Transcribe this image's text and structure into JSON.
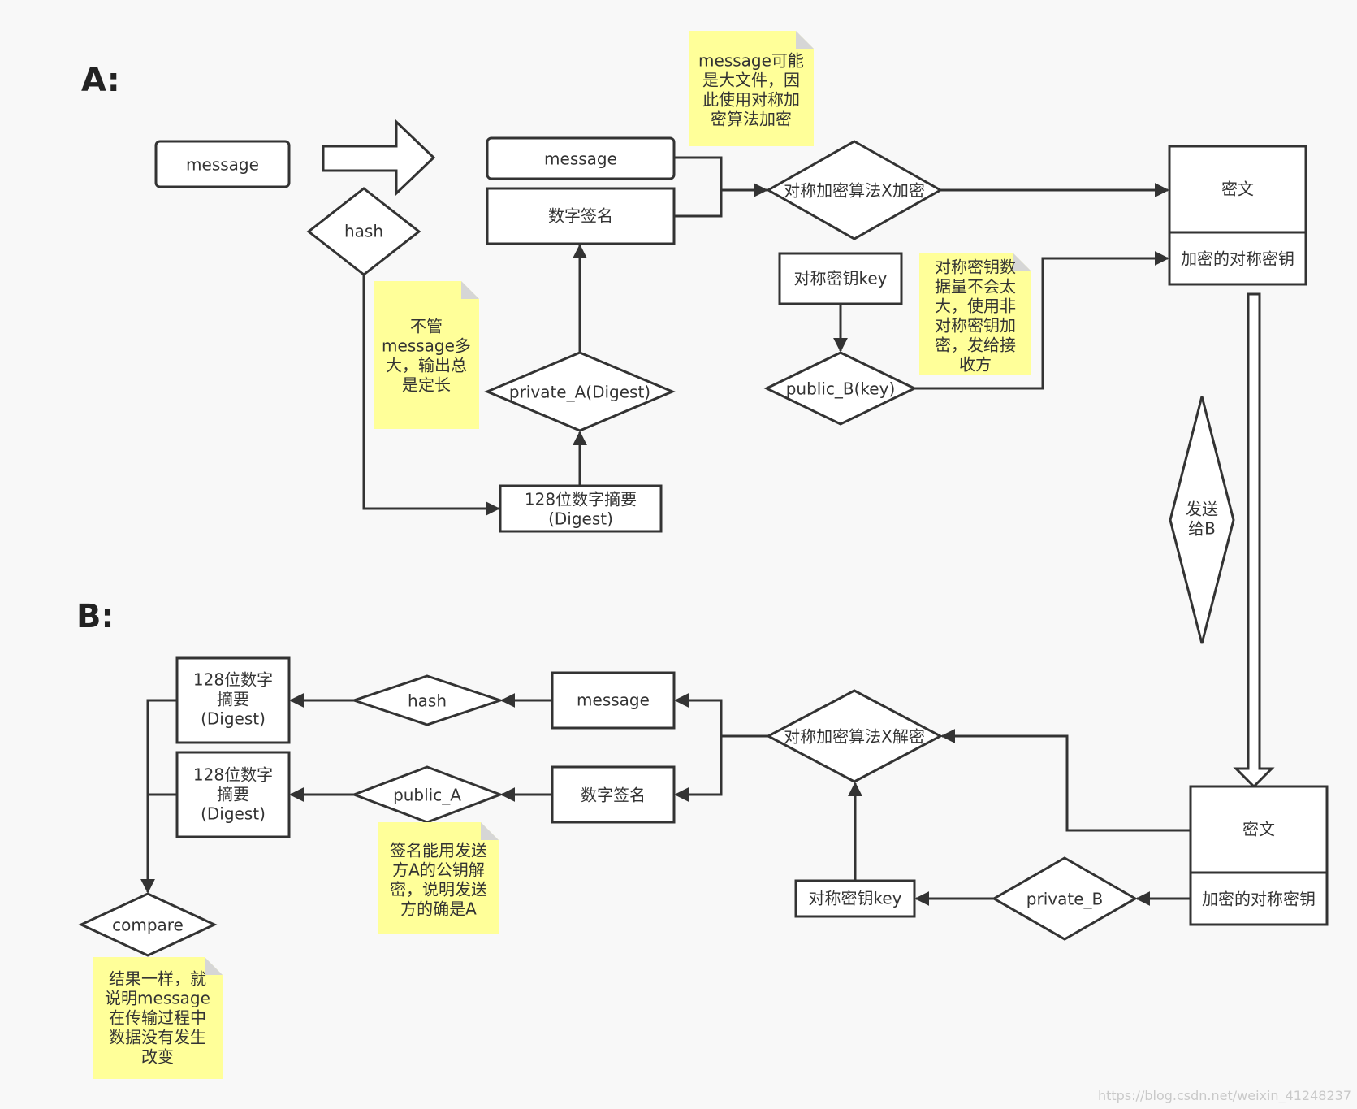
{
  "sections": {
    "a": "A:",
    "b": "B:"
  },
  "nodes": {
    "a_message_src": "message",
    "a_hash": "hash",
    "a_message": "message",
    "a_signature": "数字签名",
    "a_sym_encrypt": "对称加密算法X加密",
    "a_ciphertext": "密文",
    "a_encrypted_key": "加密的对称密钥",
    "a_sym_key": "对称密钥key",
    "a_public_b": "public_B(key)",
    "a_private_a": "private_A(Digest)",
    "a_digest": [
      "128位数字摘要",
      "(Digest)"
    ],
    "send_to_b": [
      "发送",
      "给B"
    ],
    "b_ciphertext": "密文",
    "b_encrypted_key": "加密的对称密钥",
    "b_sym_decrypt": "对称加密算法X解密",
    "b_private_b": "private_B",
    "b_sym_key": "对称密钥key",
    "b_message": "message",
    "b_signature": "数字签名",
    "b_hash": "hash",
    "b_public_a": "public_A",
    "b_digest_1": [
      "128位数字",
      "摘要",
      "(Digest)"
    ],
    "b_digest_2": [
      "128位数字",
      "摘要",
      "(Digest)"
    ],
    "b_compare": "compare"
  },
  "notes": {
    "note_big_file": [
      "message可能",
      "是大文件，因",
      "此使用对称加",
      "密算法加密"
    ],
    "note_fixed_length": [
      "不管",
      "message多",
      "大，输出总",
      "是定长"
    ],
    "note_key_small": [
      "对称密钥数",
      "据量不会太",
      "大，使用非",
      "对称密钥加",
      "密，发给接",
      "收方"
    ],
    "note_signature": [
      "签名能用发送",
      "方A的公钥解",
      "密，说明发送",
      "方的确是A"
    ],
    "note_result": [
      "结果一样，就",
      "说明message",
      "在传输过程中",
      "数据没有发生",
      "改变"
    ]
  },
  "watermark": "https://blog.csdn.net/weixin_41248237"
}
